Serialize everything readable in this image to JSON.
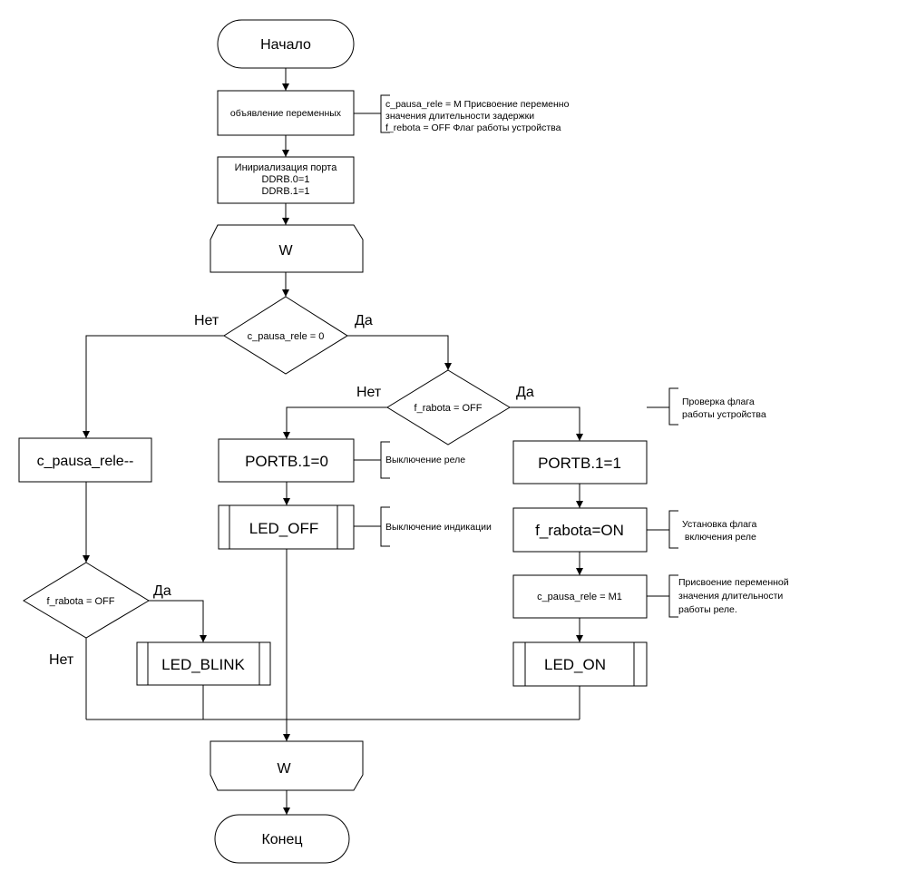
{
  "flowchart": {
    "start": "Начало",
    "declare": "объявление переменных",
    "declare_note": [
      "c_pausa_rele = M Присвоение переменно",
      "значения длительности задержки",
      "f_rebota = OFF Флаг работы устройства"
    ],
    "init": [
      "Инириализация порта",
      "DDRB.0=1",
      "DDRB.1=1"
    ],
    "loop_start": "W",
    "cond1": "c_pausa_rele = 0",
    "cond1_no": "Нет",
    "cond1_yes": "Да",
    "cond2": "f_rabota = OFF",
    "cond2_no": "Нет",
    "cond2_yes": "Да",
    "cond2_note": [
      "Проверка флага",
      "работы устройства"
    ],
    "decrement": "c_pausa_rele--",
    "cond3": "f_rabota = OFF",
    "cond3_yes": "Да",
    "cond3_no": "Нет",
    "led_blink": "LED_BLINK",
    "portb_off": "PORTB.1=0",
    "portb_off_note": "Выключение реле",
    "led_off": "LED_OFF",
    "led_off_note": "Выключение индикации",
    "portb_on": "PORTB.1=1",
    "flag_on": "f_rabota=ON",
    "flag_on_note": [
      "Установка флага",
      " включения реле"
    ],
    "set_pause": "c_pausa_rele = M1",
    "set_pause_note": [
      "Присвоение переменной",
      "значения длительности",
      "работы реле."
    ],
    "led_on": "LED_ON",
    "loop_end": "W",
    "end": "Конец"
  }
}
